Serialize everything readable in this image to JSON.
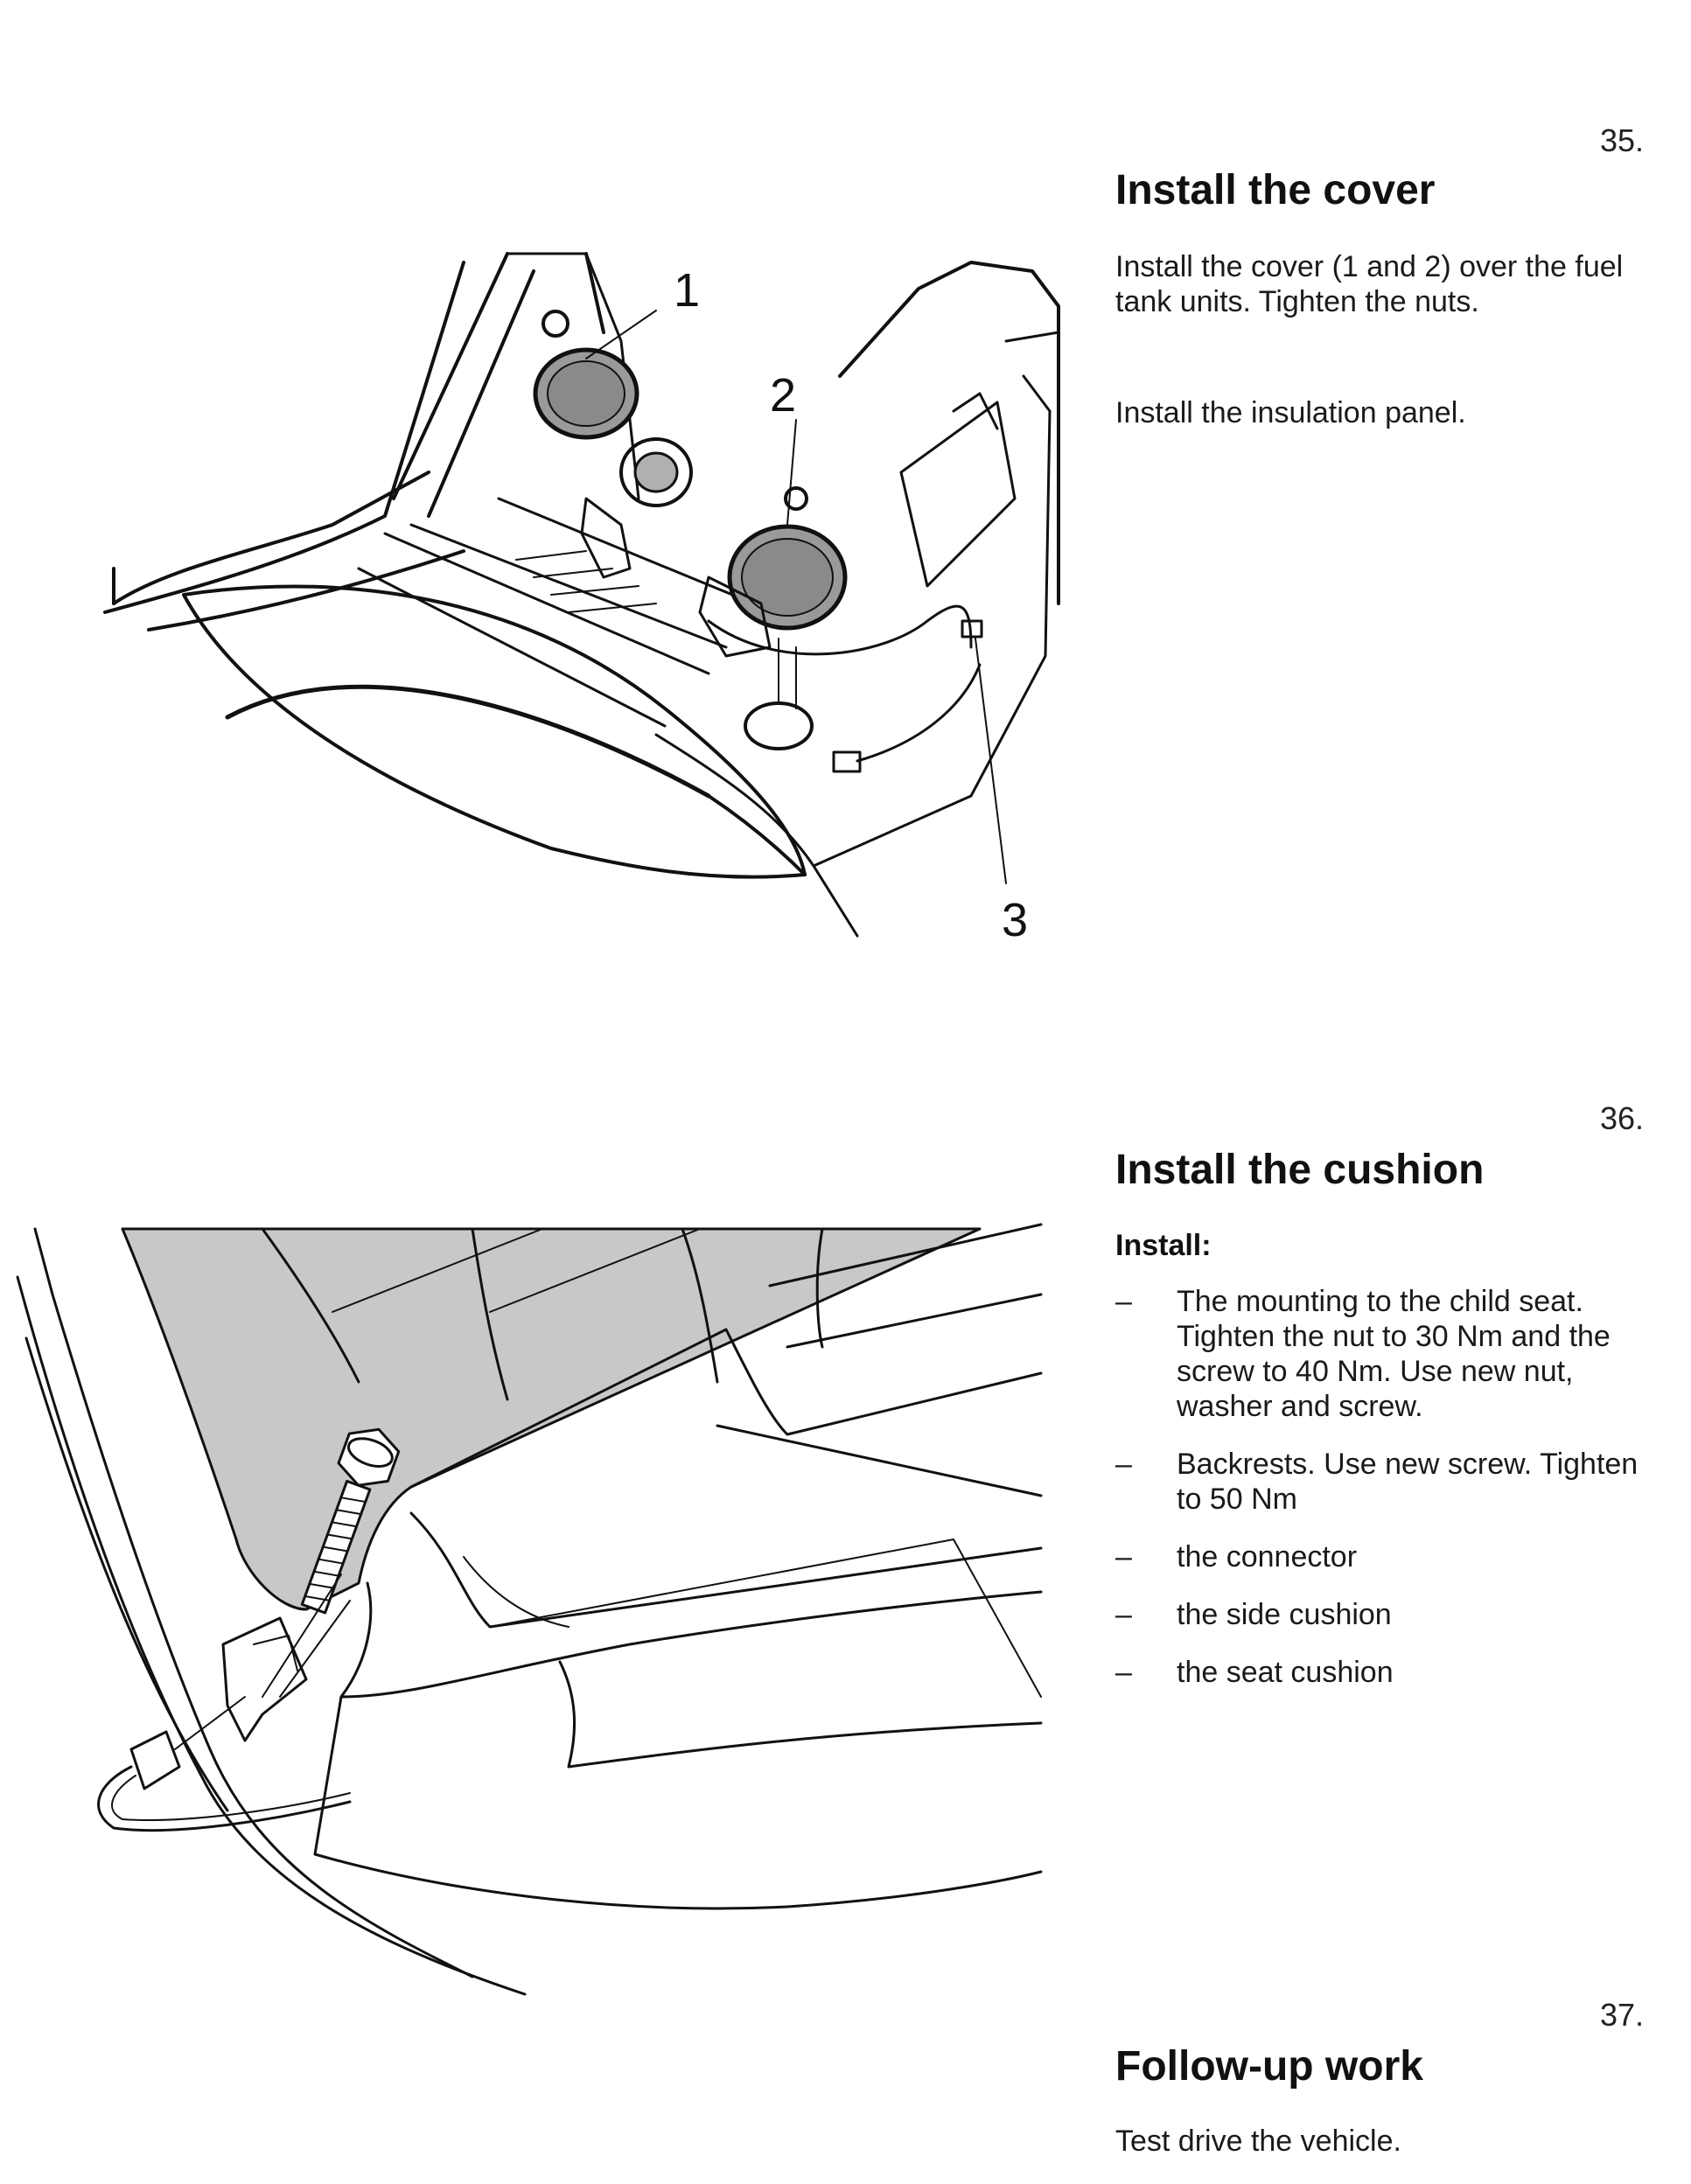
{
  "steps": [
    {
      "number": "35.",
      "title": "Install the cover",
      "paragraphs": [
        "Install the cover (1 and 2) over the fuel tank units. Tighten the nuts.",
        "Install the insulation panel."
      ],
      "figure": {
        "callouts": [
          "1",
          "2",
          "3"
        ]
      }
    },
    {
      "number": "36.",
      "title": "Install the cushion",
      "sublabel": "Install:",
      "items": [
        "The mounting to the child seat. Tighten the nut to 30 Nm and the screw to 40 Nm. Use new nut, washer and screw.",
        "Backrests. Use new screw. Tighten to 50 Nm",
        "the connector",
        "the side cushion",
        "the seat cushion"
      ],
      "dash": "–"
    },
    {
      "number": "37.",
      "title": "Follow-up work",
      "paragraphs": [
        "Test drive the vehicle."
      ]
    }
  ],
  "colors": {
    "line": "#111111",
    "cover_fill": "#9a9a9a",
    "seat_shade": "#c8c8c8"
  }
}
